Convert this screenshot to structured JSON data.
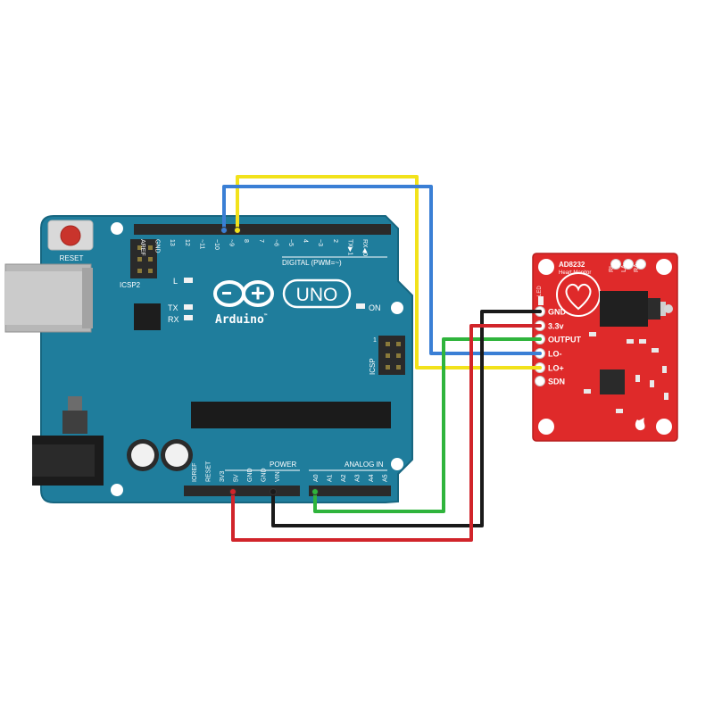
{
  "arduino": {
    "reset_label": "RESET",
    "icsp2_label": "ICSP2",
    "icsp_label": "ICSP",
    "brand": "Arduino",
    "trademark": "™",
    "model": "UNO",
    "digital_header_label": "DIGITAL (PWM=~)",
    "tx_label": "TX",
    "rx_label": "RX",
    "l_label": "L",
    "on_label": "ON",
    "power_label": "POWER",
    "analog_label": "ANALOG IN",
    "icsp_pin1": "1",
    "digital_pins": [
      "AREF",
      "GND",
      "13",
      "12",
      "~11",
      "~10",
      "~9",
      "8",
      "7",
      "~6",
      "~5",
      "4",
      "~3",
      "2",
      "TX▶1",
      "RX◀0"
    ],
    "power_pins": [
      "IOREF",
      "RESET",
      "3V3",
      "5V",
      "GND",
      "GND",
      "VIN"
    ],
    "analog_pins": [
      "A0",
      "A1",
      "A2",
      "A3",
      "A4",
      "A5"
    ]
  },
  "sensor": {
    "chip_name": "AD8232",
    "subtitle": "Heart Monitor",
    "led_label": "LED",
    "electrode_labels": [
      "RL",
      "LA",
      "RA"
    ],
    "pins": [
      "GND",
      "3.3v",
      "OUTPUT",
      "LO-",
      "LO+",
      "SDN"
    ]
  },
  "wire_colors": {
    "yellow": "#f2e21b",
    "blue": "#3a7fd5",
    "green": "#2fb43c",
    "black": "#1a1a1a",
    "red": "#d1242a"
  },
  "colors": {
    "board": "#1f7d9c",
    "board_edge": "#176680",
    "sensor": "#df2a2a"
  }
}
